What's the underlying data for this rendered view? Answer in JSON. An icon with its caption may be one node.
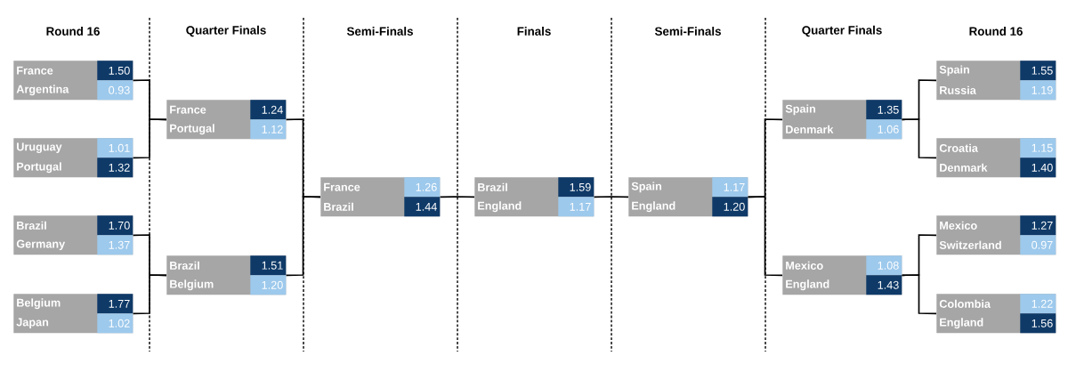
{
  "diagram": {
    "nodes": [
      {
        "text": [
          "France",
          "1.50",
          "Argentina",
          "0.93"
        ]
      },
      {
        "text": [
          "Uruguay",
          "1.01",
          "Portugal",
          "1.32"
        ]
      },
      {
        "text": [
          "Brazil",
          "1.70",
          "Germany",
          "1.37"
        ]
      },
      {
        "text": [
          "Belgium",
          "1.77",
          "Japan",
          "1.02"
        ]
      },
      {
        "text": [
          "France",
          "1.24",
          "Portugal",
          "1.12"
        ]
      },
      {
        "text": [
          "Brazil",
          "1.51",
          "Belgium",
          "1.20"
        ]
      },
      {
        "text": [
          "France",
          "1.26",
          "Brazil",
          "1.44"
        ]
      },
      {
        "text": [
          "Brazil",
          "1.59",
          "England",
          "1.17"
        ]
      },
      {
        "text": [
          "Spain",
          "1.17",
          "England",
          "1.20"
        ]
      },
      {
        "text": [
          "Spain",
          "1.35",
          "Denmark",
          "1.06"
        ]
      },
      {
        "text": [
          "Mexico",
          "1.08",
          "England",
          "1.43"
        ]
      },
      {
        "text": [
          "Spain",
          "1.55",
          "Russia",
          "1.19"
        ]
      },
      {
        "text": [
          "Croatia",
          "1.15",
          "Denmark",
          "1.40"
        ]
      },
      {
        "text": [
          "Mexico",
          "1.27",
          "Switzerland",
          "0.97"
        ]
      },
      {
        "text": [
          "Colombia",
          "1.22",
          "England",
          "1.56"
        ]
      }
    ],
    "edges": [
      {
        "from": 0,
        "to": 4,
        "arrow": "none"
      },
      {
        "from": 1,
        "to": 4,
        "arrow": "none"
      },
      {
        "from": 2,
        "to": 5,
        "arrow": "none"
      },
      {
        "from": 3,
        "to": 5,
        "arrow": "none"
      },
      {
        "from": 4,
        "to": 6,
        "arrow": "none"
      },
      {
        "from": 5,
        "to": 6,
        "arrow": "none"
      },
      {
        "from": 6,
        "to": 7,
        "arrow": "none"
      },
      {
        "from": 8,
        "to": 7,
        "arrow": "none"
      },
      {
        "from": 9,
        "to": 8,
        "arrow": "none"
      },
      {
        "from": 10,
        "to": 8,
        "arrow": "none"
      },
      {
        "from": 11,
        "to": 9,
        "arrow": "none"
      },
      {
        "from": 12,
        "to": 9,
        "arrow": "none"
      },
      {
        "from": 13,
        "to": 10,
        "arrow": "none"
      },
      {
        "from": 14,
        "to": 10,
        "arrow": "none"
      }
    ],
    "labels": [
      "Round 16",
      "Quarter Finals",
      "Semi-Finals",
      "Finals",
      "Semi-Finals",
      "Quarter Finals",
      "Round 16"
    ]
  }
}
